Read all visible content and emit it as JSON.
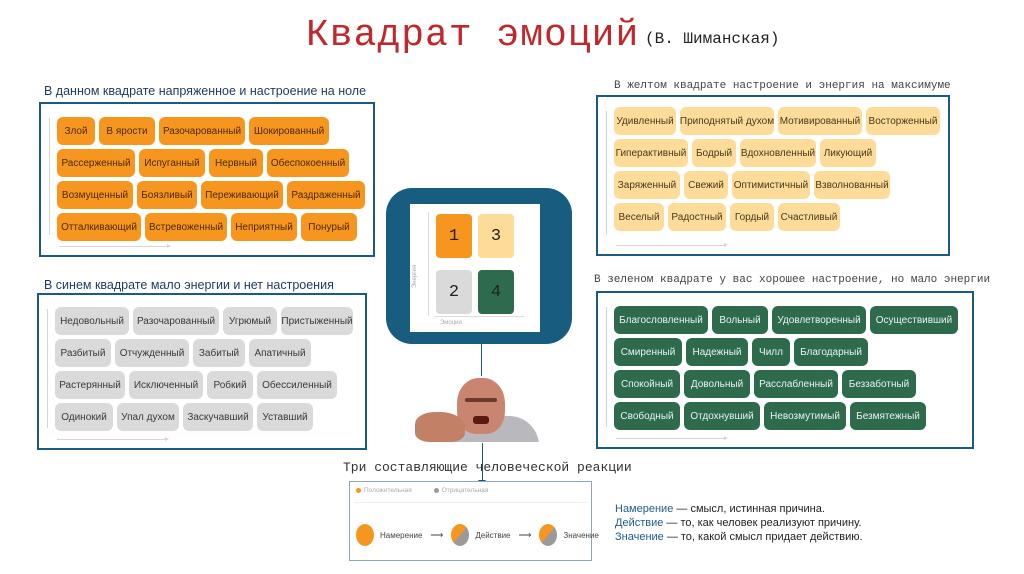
{
  "header": {
    "title": "Квадрат эмоций",
    "author": "(В. Шиманская)"
  },
  "colors": {
    "title_red": "#c0282d",
    "panel_border": "#1a5a85",
    "orange": "#f7961e",
    "grey": "#dadada",
    "yellow": "#fcdc98",
    "green": "#2e6a4c"
  },
  "quadrants": {
    "orange": {
      "caption": "В данном квадрате напряженное и настроение на ноле",
      "rows": [
        [
          "Злой",
          "В ярости",
          "Разочарованный",
          "Шокированный"
        ],
        [
          "Рассерженный",
          "Испуганный",
          "Нервный",
          "Обеспокоенный"
        ],
        [
          "Возмущенный",
          "Боязливый",
          "Переживающий",
          "Раздраженный"
        ],
        [
          "Отталкивающий",
          "Встревоженный",
          "Неприятный",
          "Понурый"
        ]
      ]
    },
    "grey": {
      "caption": "В синем квадрате мало энергии и нет настроения",
      "rows": [
        [
          "Недовольный",
          "Разочарованный",
          "Угрюмый",
          "Пристыженный"
        ],
        [
          "Разбитый",
          "Отчужденный",
          "Забитый",
          "Апатичный"
        ],
        [
          "Растерянный",
          "Исключенный",
          "Робкий",
          "Обессиленный"
        ],
        [
          "Одинокий",
          "Упал духом",
          "Заскучавший",
          "Уставший"
        ]
      ]
    },
    "yellow": {
      "caption": "В желтом квадрате настроение и энергия на максимуме",
      "rows": [
        [
          "Удивленный",
          "Приподнятый духом",
          "Мотивированный",
          "Восторженный"
        ],
        [
          "Гиперактивный",
          "Бодрый",
          "Вдохновленный",
          "Ликующий"
        ],
        [
          "Заряженный",
          "Свежий",
          "Оптимистичный",
          "Взволнованный"
        ],
        [
          "Веселый",
          "Радостный",
          "Гордый",
          "Счастливый"
        ]
      ]
    },
    "green": {
      "caption": "В зеленом квадрате у вас хорошее настроение, но мало энергии",
      "rows": [
        [
          "Благословленный",
          "Вольный",
          "Удовлетворенный",
          "Осуществивший"
        ],
        [
          "Смиренный",
          "Надежный",
          "Чилл",
          "Благодарный"
        ],
        [
          "Спокойный",
          "Довольный",
          "Расслабленный",
          "Беззаботный"
        ],
        [
          "Свободный",
          "Отдохнувший",
          "Невозмутимый",
          "Безмятежный"
        ]
      ]
    }
  },
  "matrix": {
    "q1": "1",
    "q2": "2",
    "q3": "3",
    "q4": "4",
    "y_label": "Энергия",
    "x_label": "Эмоции"
  },
  "reaction": {
    "title": "Три составляющие человеческой реакции",
    "legend_positive": "Положительная",
    "legend_negative": "Отрицательная",
    "step1": "Намерение",
    "step2": "Действие",
    "step3": "Значение",
    "arrow": "⟶"
  },
  "definitions": [
    {
      "term": "Намерение",
      "text": " — смысл, истинная причина."
    },
    {
      "term": "Действие",
      "text": " — то, как человек реализуют причину."
    },
    {
      "term": "Значение",
      "text": " — то, какой смысл придает действию."
    }
  ]
}
